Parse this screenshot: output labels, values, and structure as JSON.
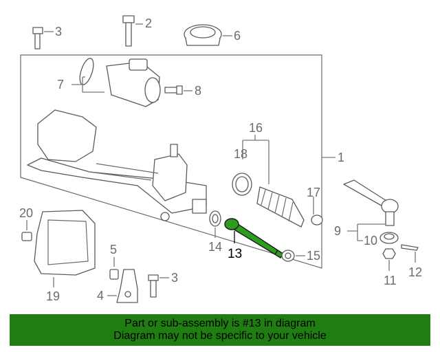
{
  "labels": {
    "p1": "1",
    "p2": "2",
    "p3a": "3",
    "p3b": "3",
    "p4": "4",
    "p5": "5",
    "p6": "6",
    "p7": "7",
    "p8": "8",
    "p9": "9",
    "p10": "10",
    "p11": "11",
    "p12": "12",
    "p13": "13",
    "p14": "14",
    "p15": "15",
    "p16": "16",
    "p17": "17",
    "p18": "18",
    "p19": "19",
    "p20": "20"
  },
  "banner": {
    "line1": "Part or sub-assembly is #13 in diagram",
    "line2": "Diagram may not be specific to your vehicle"
  },
  "colors": {
    "banner_bg": "#1f7d12",
    "highlight": "#2e9c1e",
    "line": "#5a5a5a"
  }
}
